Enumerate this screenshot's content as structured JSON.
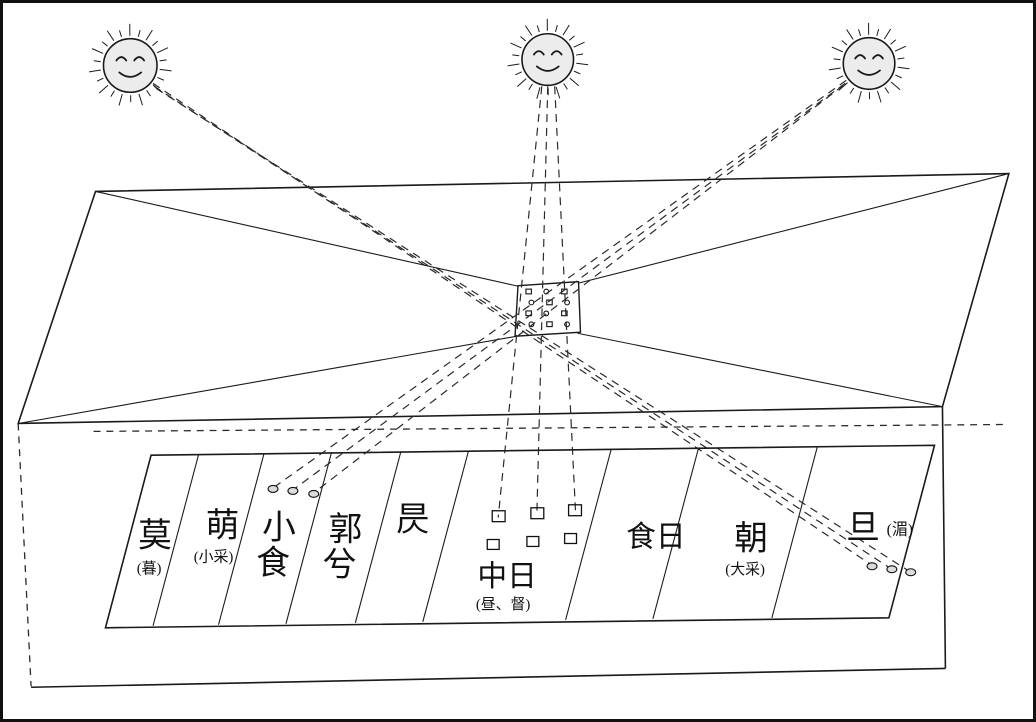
{
  "figure": {
    "suns": [
      {
        "icon": "sun-evening-west"
      },
      {
        "icon": "sun-noon"
      },
      {
        "icon": "sun-morning-east"
      }
    ],
    "panels": [
      {
        "main": "莫",
        "sub": "(暮)"
      },
      {
        "main": "萌",
        "sub": "(小采)"
      },
      {
        "main": "小食",
        "chars": [
          "小",
          "食"
        ]
      },
      {
        "main": "郭兮",
        "chars": [
          "郭",
          "兮"
        ]
      },
      {
        "main": "昃"
      },
      {
        "main": "中日",
        "sub": "(昼、督)"
      },
      {
        "main": "食日"
      },
      {
        "main": "朝",
        "sub": "(大采)"
      },
      {
        "main": "旦",
        "sub": "(湄)"
      }
    ],
    "noon_shadow_squares": 6,
    "west_panel_shadow_dots": 3,
    "east_panel_shadow_dots": 3
  },
  "colors": {
    "background": "#ffffff",
    "ink": "#1a1a1a",
    "sun_fill": "#ececec"
  }
}
